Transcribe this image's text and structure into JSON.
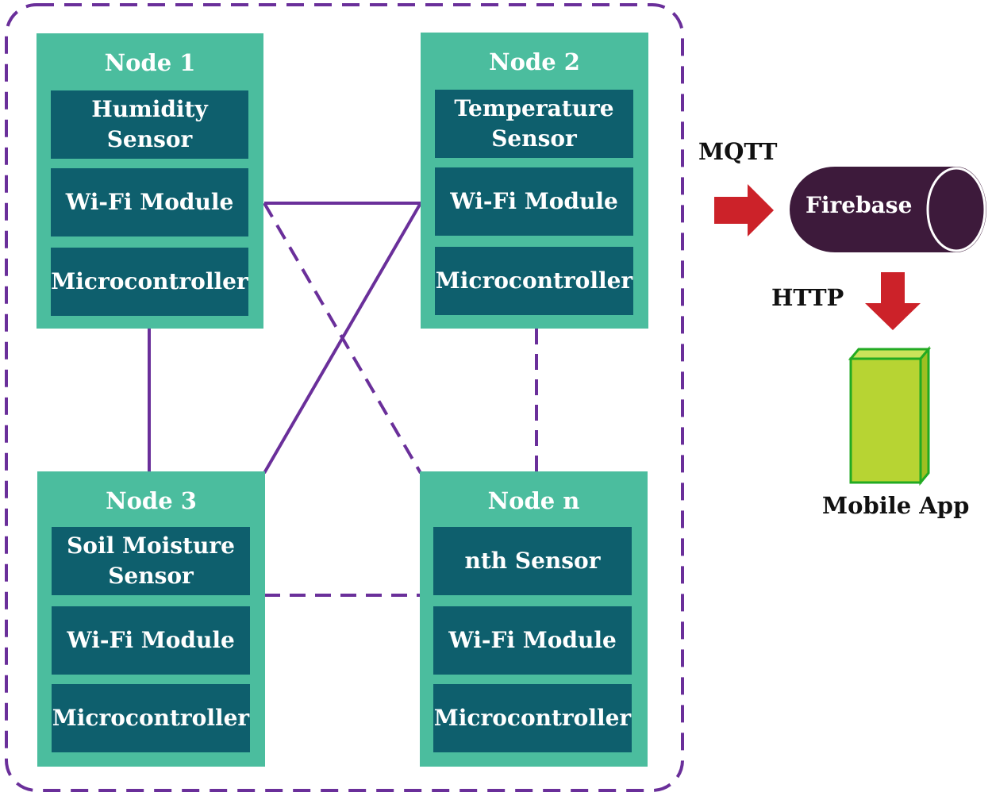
{
  "nodes": [
    {
      "title": "Node 1",
      "sensor": "Humidity\nSensor",
      "wifi": "Wi-Fi Module",
      "mcu": "Microcontroller"
    },
    {
      "title": "Node 2",
      "sensor": "Temperature\nSensor",
      "wifi": "Wi-Fi Module",
      "mcu": "Microcontroller"
    },
    {
      "title": "Node 3",
      "sensor": "Soil Moisture\nSensor",
      "wifi": "Wi-Fi Module",
      "mcu": "Microcontroller"
    },
    {
      "title": "Node n",
      "sensor": "nth Sensor",
      "wifi": "Wi-Fi Module",
      "mcu": "Microcontroller"
    }
  ],
  "cloud": {
    "protocol_in": "MQTT",
    "database": "Firebase",
    "protocol_out": "HTTP",
    "app": "Mobile App"
  },
  "colors": {
    "node_bg": "#4bbd9e",
    "module_bg": "#0e5f6d",
    "link": "#6a2f9a",
    "arrow": "#cc2229",
    "firebase": "#3d1a3b",
    "phone": "#b7d433"
  }
}
